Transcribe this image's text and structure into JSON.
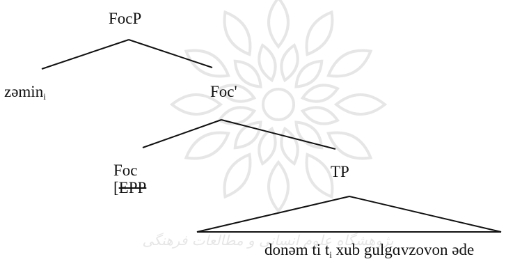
{
  "tree": {
    "root": "FocP",
    "spec": {
      "text": "zəmin",
      "subscript": "i"
    },
    "bar": "Foc'",
    "head": "Foc",
    "head_feature": {
      "bracket": "[",
      "text": "EPP",
      "struck": true
    },
    "complement": "TP",
    "leaves": {
      "before": "donəm ti t",
      "subscript": "i",
      "after": " xub gulgɑvzovon əde"
    }
  },
  "watermark": {
    "caption": "پژوهشگاه علوم انسانی و مطالعات فرهنگی",
    "color": "#e6e6e6"
  },
  "colors": {
    "lines": "#111111",
    "text": "#111111"
  }
}
